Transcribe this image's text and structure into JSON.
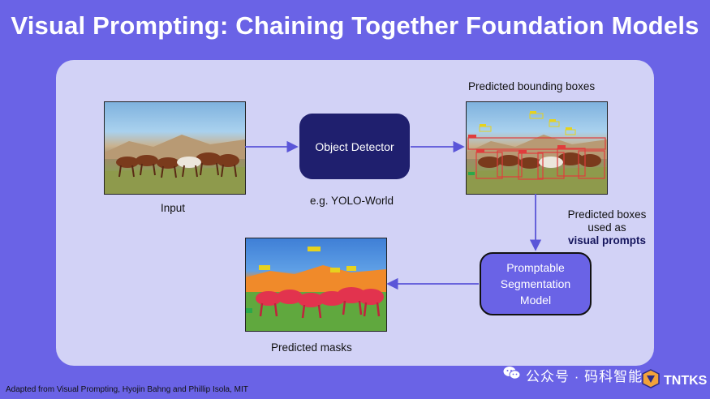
{
  "title": "Visual Prompting: Chaining Together Foundation Models",
  "nodes": {
    "detector": "Object Detector",
    "segmentation": [
      "Promptable",
      "Segmentation",
      "Model"
    ]
  },
  "labels": {
    "input": "Input",
    "detector_example": "e.g. YOLO-World",
    "predicted_boxes": "Predicted bounding boxes",
    "prompts_line1": "Predicted boxes",
    "prompts_line2": "used as",
    "prompts_line3": "visual prompts",
    "predicted_masks": "Predicted masks"
  },
  "footer": "Adapted from Visual Prompting, Hyojin Bahng and Phillip Isola, MIT",
  "watermark": {
    "text": "公众号 · 码科智能",
    "icon": "wechat-icon",
    "brand": "TNTKS"
  },
  "colors": {
    "background": "#6a63e6",
    "panel": "#d2d2f6",
    "detector_node": "#1f1f6e",
    "arrow": "#5a55d8",
    "box_red": "#e03c3c",
    "box_yellow": "#e6d21e",
    "mask_red": "#e2334e",
    "mask_orange": "#f08a2a"
  }
}
